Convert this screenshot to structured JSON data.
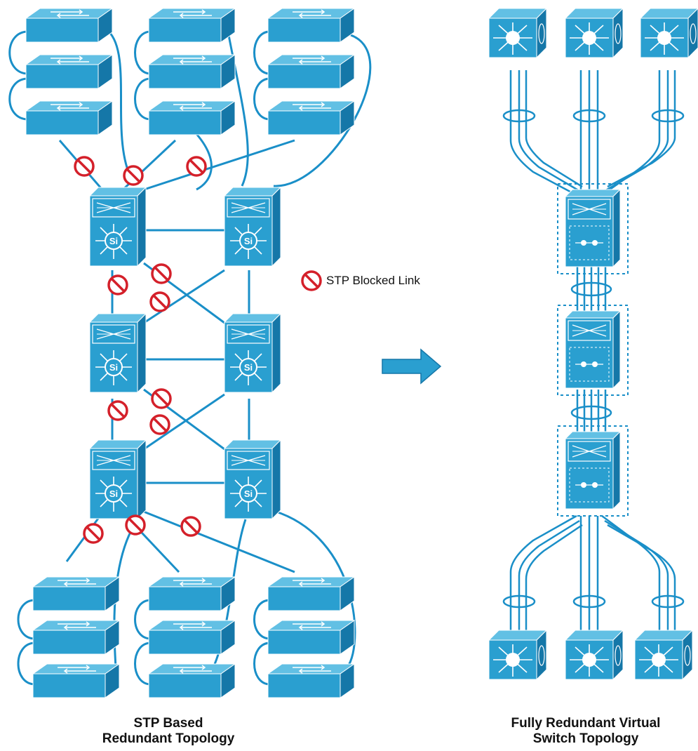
{
  "legend": {
    "label": "STP Blocked Link",
    "symbol": "blocked-link-icon"
  },
  "left_panel": {
    "caption_line1": "STP Based",
    "caption_line2": "Redundant Topology",
    "core_switch_label": "Si"
  },
  "right_panel": {
    "caption_line1": "Fully Redundant Virtual",
    "caption_line2": "Switch Topology"
  },
  "transition_arrow": "right-arrow-icon",
  "colors": {
    "device_face": "#2a9fd0",
    "device_top": "#62c0e4",
    "device_side": "#1577a8",
    "link": "#1a8fc8",
    "blocked": "#d4202a"
  }
}
